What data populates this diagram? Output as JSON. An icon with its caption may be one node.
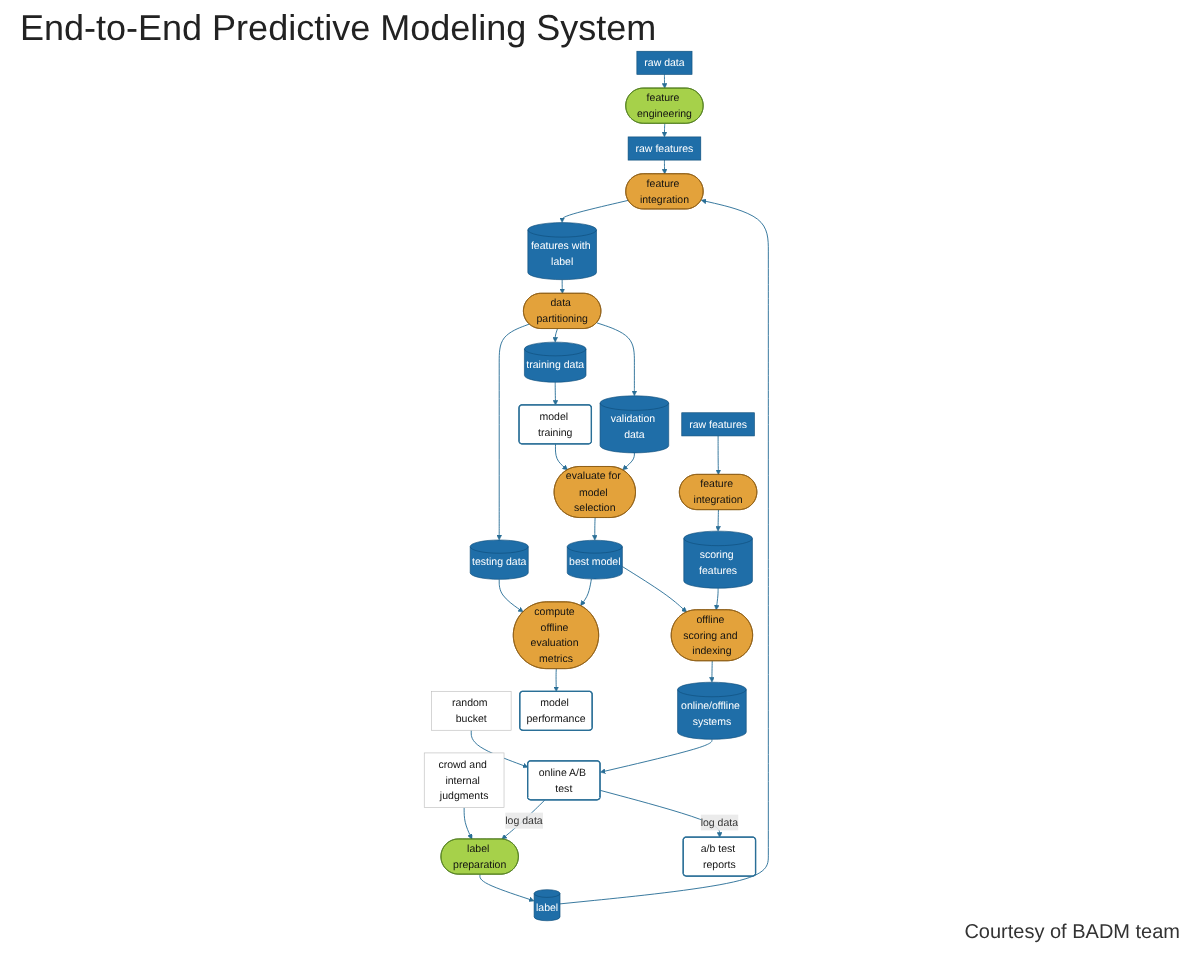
{
  "diagram": {
    "title": "End-to-End Predictive Modeling System",
    "nodes": [
      {
        "text": [
          "raw data"
        ]
      },
      {
        "text": [
          "feature engineering"
        ]
      },
      {
        "text": [
          "raw features"
        ]
      },
      {
        "text": [
          "crowd and internal judgments"
        ]
      },
      {
        "text": [
          "online A/B test"
        ]
      },
      {
        "text": [
          "random bucket"
        ]
      },
      {
        "text": [
          "label preparation"
        ]
      },
      {
        "text": [
          "label"
        ]
      },
      {
        "text": [
          "a/b test reports"
        ]
      },
      {
        "text": [
          "feature integration"
        ]
      },
      {
        "text": [
          "features with label"
        ]
      },
      {
        "text": [
          "data partitioning"
        ]
      },
      {
        "text": [
          "testing data"
        ]
      },
      {
        "text": [
          "validation data"
        ]
      },
      {
        "text": [
          "training data"
        ]
      },
      {
        "text": [
          "model training"
        ]
      },
      {
        "text": [
          "compute offline evaluation metrics"
        ]
      },
      {
        "text": [
          "model performance"
        ]
      },
      {
        "text": [
          "evaluate for model selection"
        ]
      },
      {
        "text": [
          "best model"
        ]
      },
      {
        "text": [
          "offline scoring and indexing"
        ]
      },
      {
        "text": [
          "online/offline systems"
        ]
      },
      {
        "text": [
          "raw features"
        ]
      },
      {
        "text": [
          "feature integration"
        ]
      },
      {
        "text": [
          "scoring features"
        ]
      }
    ],
    "edges": [
      {
        "from": 0,
        "to": 1,
        "arrow": "to"
      },
      {
        "from": 1,
        "to": 2,
        "arrow": "to"
      },
      {
        "from": 3,
        "to": 6,
        "arrow": "to"
      },
      {
        "from": 4,
        "to": 6,
        "arrow": "to",
        "label": "log  data"
      },
      {
        "from": 4,
        "to": 8,
        "arrow": "to",
        "label": "log data"
      },
      {
        "from": 5,
        "to": 4,
        "arrow": "to"
      },
      {
        "from": 6,
        "to": 7,
        "arrow": "to"
      },
      {
        "from": 2,
        "to": 9,
        "arrow": "to"
      },
      {
        "from": 7,
        "to": 9,
        "arrow": "to"
      },
      {
        "from": 9,
        "to": 10,
        "arrow": "to"
      },
      {
        "from": 10,
        "to": 11,
        "arrow": "to"
      },
      {
        "from": 11,
        "to": 12,
        "arrow": "to"
      },
      {
        "from": 11,
        "to": 13,
        "arrow": "to"
      },
      {
        "from": 11,
        "to": 14,
        "arrow": "to"
      },
      {
        "from": 14,
        "to": 15,
        "arrow": "to"
      },
      {
        "from": 15,
        "to": 18,
        "arrow": "to"
      },
      {
        "from": 13,
        "to": 18,
        "arrow": "to"
      },
      {
        "from": 12,
        "to": 16,
        "arrow": "to"
      },
      {
        "from": 19,
        "to": 16,
        "arrow": "to"
      },
      {
        "from": 16,
        "to": 17,
        "arrow": "to"
      },
      {
        "from": 18,
        "to": 19,
        "arrow": "to"
      },
      {
        "from": 19,
        "to": 20,
        "arrow": "to"
      },
      {
        "from": 22,
        "to": 23,
        "arrow": "to"
      },
      {
        "from": 23,
        "to": 24,
        "arrow": "to"
      },
      {
        "from": 24,
        "to": 20,
        "arrow": "to"
      },
      {
        "from": 20,
        "to": 21,
        "arrow": "to"
      },
      {
        "from": 21,
        "to": 4,
        "arrow": "to"
      }
    ],
    "labels": [
      "Courtesy of BADM team"
    ]
  }
}
